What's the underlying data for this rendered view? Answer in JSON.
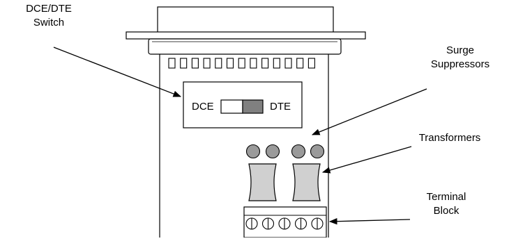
{
  "labels": {
    "dce_dte_switch": [
      "DCE/DTE",
      "Switch"
    ],
    "surge_suppressors": [
      "Surge",
      "Suppressors"
    ],
    "transformers": [
      "Transformers"
    ],
    "terminal_block": [
      "Terminal",
      "Block"
    ]
  },
  "switch": {
    "left_label": "DCE",
    "right_label": "DTE",
    "position": "DTE"
  },
  "components": {
    "pin_count": 13,
    "surge_suppressor_count": 4,
    "transformer_count": 2,
    "terminal_screw_count": 5
  },
  "colors": {
    "stroke": "#000000",
    "fill_white": "#ffffff",
    "switch_fill": "#808080",
    "suppressor_fill": "#9a9a9a",
    "transformer_fill": "#d0d0d0"
  }
}
